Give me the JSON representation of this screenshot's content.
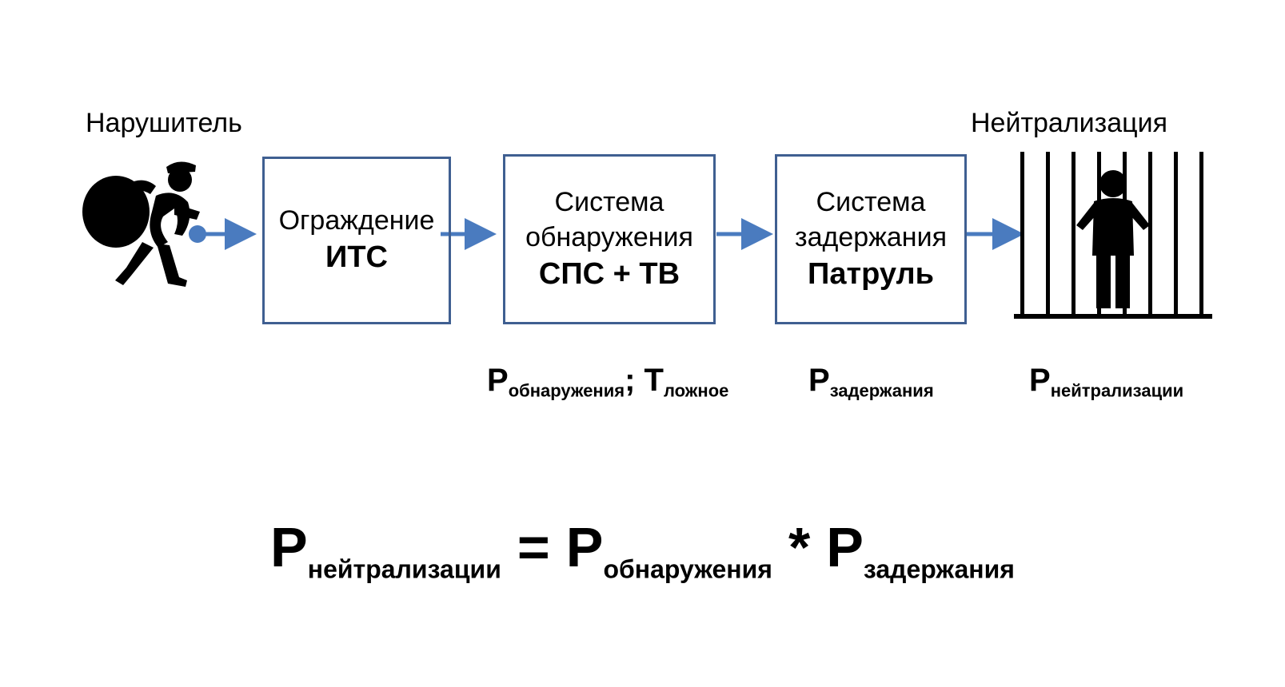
{
  "labels": {
    "intruder": "Нарушитель",
    "neutralization": "Нейтрализация"
  },
  "boxes": [
    {
      "line1": "Ограждение",
      "line2": "",
      "bold": "ИТС"
    },
    {
      "line1": "Система",
      "line2": "обнаружения",
      "bold": "СПС + ТВ"
    },
    {
      "line1": "Система",
      "line2": "задержания",
      "bold": "Патруль"
    }
  ],
  "probabilities": {
    "detection": {
      "symbol": "P",
      "sub": "обнаружения",
      "sep": "; ",
      "symbol2": "T",
      "sub2": "ложное"
    },
    "delay": {
      "symbol": "P",
      "sub": "задержания"
    },
    "neutralization": {
      "symbol": "P",
      "sub": "нейтрализации"
    }
  },
  "formula": {
    "lhs_symbol": "P",
    "lhs_sub": "нейтрализации",
    "equals": "=",
    "t1_symbol": "P",
    "t1_sub": "обнаружения",
    "times": "*",
    "t2_symbol": "P",
    "t2_sub": "задержания"
  },
  "colors": {
    "arrow": "#4a7bbf",
    "box_border": "#3f5f91"
  },
  "icons": {
    "intruder": "thief-icon",
    "prison": "prisoner-behind-bars-icon"
  }
}
